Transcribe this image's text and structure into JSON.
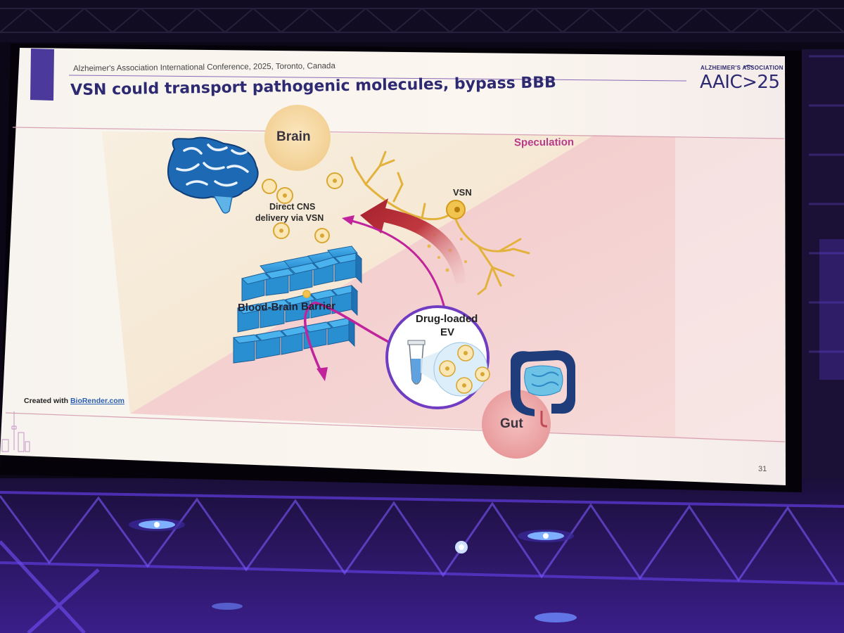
{
  "slide": {
    "conference": "Alzheimer's Association International Conference, 2025, Toronto, Canada",
    "title": "VSN could transport pathogenic molecules, bypass BBB",
    "logo_org": "ALZHEIMER'S ASSOCIATION",
    "logo_text": "AAIC>25",
    "page_number": "31",
    "credit_prefix": "Created with ",
    "credit_link": "BioRender.com"
  },
  "diagram": {
    "brain_label": "Brain",
    "gut_label": "Gut",
    "speculation_label": "Speculation",
    "vsn_label": "VSN",
    "direct_line1": "Direct CNS",
    "direct_line2": "delivery via VSN",
    "bbb_label": "Blood-Brain Barrier",
    "ev_line1": "Drug-loaded",
    "ev_line2": "EV"
  },
  "colors": {
    "title": "#2e2a72",
    "accent_bar": "#4b3a9c",
    "speculation": "#b83a8c",
    "arrow_magenta": "#c0239b",
    "arrow_red": "#b0233b",
    "bbb_blue": "#2a8fd0",
    "vsn_gold": "#e3b23c"
  }
}
